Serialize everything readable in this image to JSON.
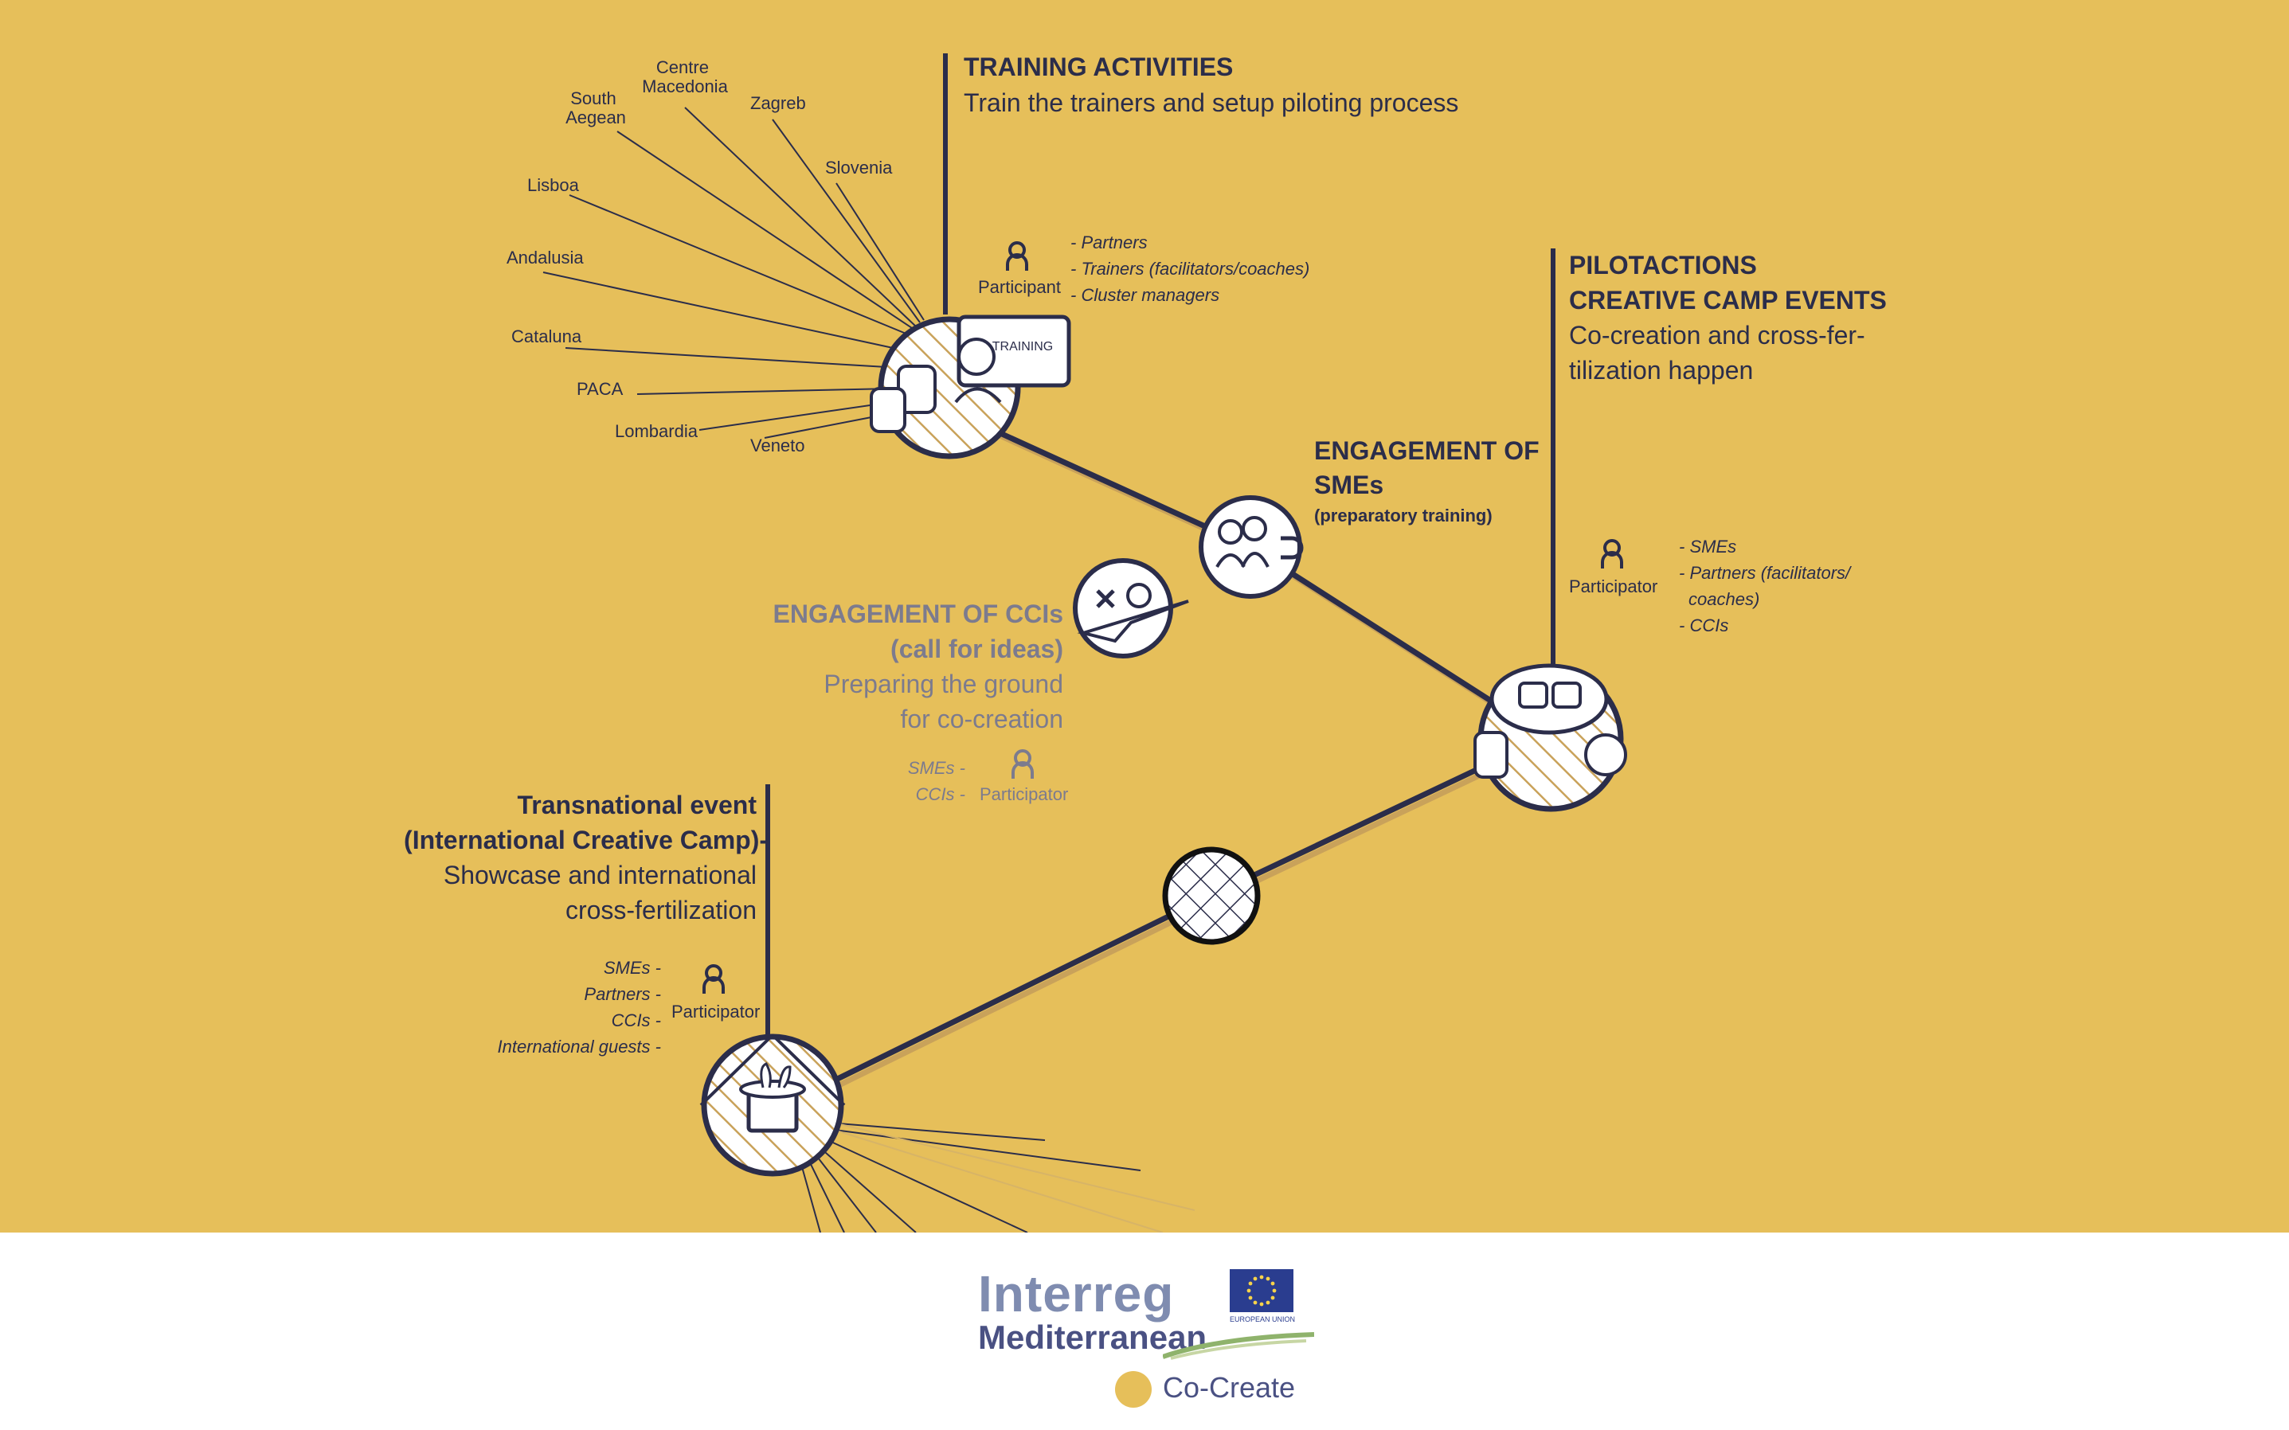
{
  "colors": {
    "background": "#e6bf5a",
    "ink": "#2b2d4a",
    "muted": "#7c7b8e",
    "footer": "#ffffff"
  },
  "regions": [
    "Centre Macedonia",
    "South Aegean",
    "Zagreb",
    "Slovenia",
    "Lisboa",
    "Andalusia",
    "Cataluna",
    "PACA",
    "Lombardia",
    "Veneto"
  ],
  "region_lines": {
    "centre": [
      "Centre",
      "Macedonia"
    ],
    "south": [
      "South",
      "Aegean"
    ]
  },
  "training": {
    "title": "TRAINING ACTIVITIES",
    "subtitle": "Train the trainers and setup piloting process",
    "board_label": "TRAINING",
    "participant_label": "Participant",
    "participants": [
      "- Partners",
      "- Trainers (facilitators/coaches)",
      "- Cluster managers"
    ]
  },
  "pilot": {
    "title_lines": [
      "PILOTACTIONS",
      "CREATIVE CAMP EVENTS"
    ],
    "subtitle_lines": [
      "Co-creation and cross-fer-",
      "tilization happen"
    ],
    "participant_label": "Participator",
    "participants": [
      "- SMEs",
      "- Partners (facilitators/",
      "coaches)",
      "- CCIs"
    ]
  },
  "smes": {
    "title_lines": [
      "ENGAGEMENT OF",
      "SMEs"
    ],
    "note": "(preparatory training)"
  },
  "ccis": {
    "title_lines": [
      "ENGAGEMENT OF CCIs",
      "(call for ideas)"
    ],
    "subtitle_lines": [
      "Preparing the ground",
      "for co-creation"
    ],
    "participant_label": "Participator",
    "participants": [
      "SMEs -",
      "CCIs -"
    ]
  },
  "transnational": {
    "title_lines": [
      "Transnational event",
      "(International Creative Camp)-"
    ],
    "subtitle_lines": [
      "Showcase and international",
      "cross-fertilization"
    ],
    "participant_label": "Participator",
    "participants": [
      "SMEs -",
      "Partners -",
      "CCIs -",
      "International guests -"
    ]
  },
  "footer": {
    "interreg": "Interreg",
    "mediterranean": "Mediterranean",
    "eu": "EUROPEAN UNION",
    "cocreate": "Co-Create"
  },
  "icons": [
    "training-board-icon",
    "people-icon",
    "paper-plane-icon",
    "magnet-icon",
    "puzzle-icon",
    "top-hat-rabbit-icon",
    "participant-icon"
  ]
}
